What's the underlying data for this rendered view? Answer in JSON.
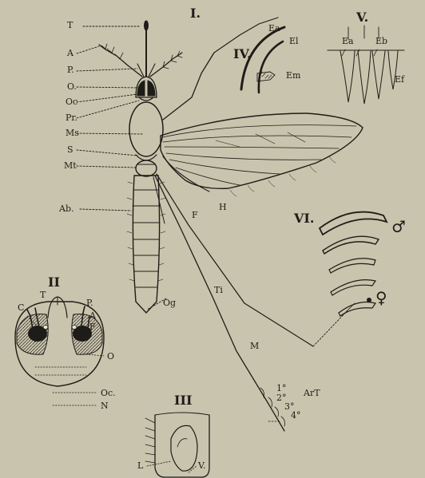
{
  "fig1": {
    "numeral": "I.",
    "labels": [
      "T",
      "A",
      "P.",
      "O.",
      "Oc",
      "Pr.",
      "Ms",
      "S",
      "Mt",
      "Ab.",
      "Og",
      "F",
      "H",
      "Ti",
      "M",
      "1°",
      "2°",
      "3°",
      "4°",
      "ArT"
    ]
  },
  "fig2": {
    "numeral": "II",
    "labels": [
      "C",
      "T",
      "P.",
      "A",
      "F",
      "O",
      "Oc.",
      "N"
    ]
  },
  "fig3": {
    "numeral": "III",
    "labels": [
      "L",
      "V."
    ]
  },
  "fig4": {
    "numeral": "IV.",
    "labels": [
      "Ea",
      "El",
      "Em"
    ]
  },
  "fig5": {
    "numeral": "V.",
    "labels": [
      "Ea",
      "Eb",
      "Ef"
    ]
  },
  "fig6": {
    "numeral": "VI.",
    "male": "♂",
    "female": "♀"
  }
}
